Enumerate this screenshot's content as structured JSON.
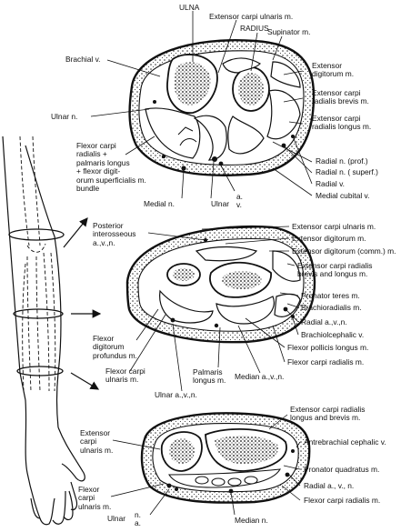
{
  "section1": {
    "ulna": "ULNA",
    "ecu": "Extensor carpi ulnaris m.",
    "radius": "RADIUS",
    "supinator": "Supinator m.",
    "brachial_v": "Brachial v.",
    "ext_digitorum": "Extensor\ndigitorum m.",
    "ecrb": "Extensor carpi\nradialis brevis m.",
    "ecrl": "Extensor carpi\nradialis longus m.",
    "ulnar_n": "Ulnar n.",
    "flexor_group": "Flexor carpi\nradialis +\npalmaris longus\n+ flexor digit-\norum superficialis m.\nbundle",
    "radial_prof": "Radial n. (prof.)",
    "radial_superf": "Radial n. ( superf.)",
    "radial_v": "Radial v.",
    "medial_cubital": "Medial cubital v.",
    "medial_n": "Medial n.",
    "ulnar": "Ulnar",
    "ulnar_av": "a.\nv."
  },
  "section2": {
    "post_interosseous": "Posterior\ninterosseous\na.,v.,n.",
    "ecu": "Extensor carpi ulnaris m.",
    "ext_digitorum": "Extensor digitorum m.",
    "ext_dig_comm": "Extensor digitorum (comm.) m.",
    "ecrb_l": "Extensor carpi radialis\nbrevis and longus m.",
    "pronator_teres": "Pronator teres m.",
    "brachioradialis": "Brachioradialis m.",
    "radial_avn": "Radial a.,v.,n.",
    "brachiocephalic": "Brachiolcephalic v.",
    "fdp": "Flexor\ndigitorum\nprofundus m.",
    "fpl": "Flexor pollicis longus m.",
    "fcu": "Flexor carpi\nulnaris m.",
    "palmaris": "Palmaris\nlongus m.",
    "fcr": "Flexor carpi radialis m.",
    "median": "Median a.,v.,n.",
    "ulnar_avn": "Ulnar a.,v.,n."
  },
  "section3": {
    "ecrlb": "Extensor carpi radialis\nlongus and brevis m.",
    "ecu": "Extensor\ncarpi\nulnaris m.",
    "antebrachial": "Antrebrachial cephalic v.",
    "pronator_quad": "Pronator quadratus m.",
    "radial_avn": "Radial a., v., n.",
    "fcr": "Flexor carpi radialis m.",
    "fcu": "Flexor\ncarpi\nulnaris m.",
    "ulnar": "Ulnar",
    "ulnar_na": "n.\na.",
    "median_n": "Median n."
  }
}
